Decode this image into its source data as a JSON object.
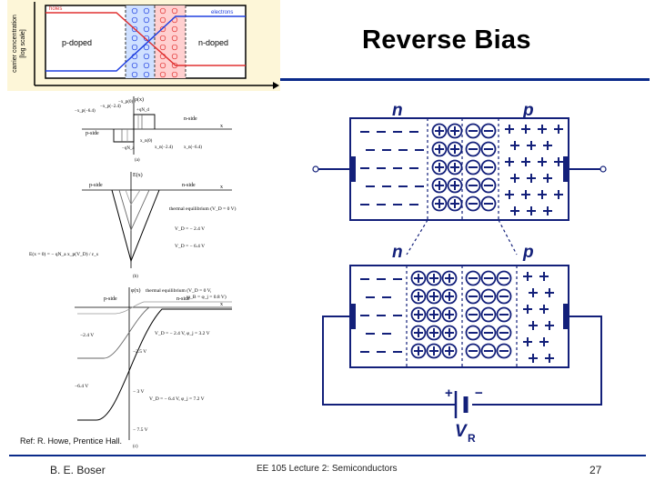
{
  "slide": {
    "title": "Reverse Bias",
    "reference": "Ref: R. Howe, Prentice Hall.",
    "footer_author": "B. E. Boser",
    "footer_lecture": "EE 105 Lecture 2: Semiconductors",
    "page_number": "27"
  },
  "top_left_diagram": {
    "y_axis_label_1": "carrier concentration",
    "y_axis_label_2": "[log scale]",
    "holes_label": "holes",
    "electrons_label": "electrons",
    "p_region": "p-doped",
    "n_region": "n-doped",
    "colors": {
      "holes": "#e03030",
      "electrons": "#2040e0",
      "depletion_p": "#cfe0ff",
      "depletion_n": "#ffd0d0",
      "background": "#fdf6d8"
    }
  },
  "plot_a": {
    "y_label": "ρ(x)",
    "x_label": "x",
    "p_side": "p-side",
    "n_side": "n-side",
    "caption": "(a)",
    "labels": [
      "−x_p(−6.4)",
      "−x_p(−2.4)",
      "−x_p(0)",
      "+qN_d",
      "−qN_a",
      "x_n(0)",
      "x_n(−2.4)",
      "x_n(−6.4)"
    ]
  },
  "plot_b": {
    "y_label": "E(x)",
    "x_label": "x",
    "p_side": "p-side",
    "n_side": "n-side",
    "caption": "(b)",
    "curve_labels": [
      "thermal equilibrium (V_D = 0 V)",
      "V_D = − 2.4 V",
      "V_D = − 6.4 V"
    ],
    "formula": "E(x = 0) = − qN_a x_p(V_D) / ε_s"
  },
  "plot_c": {
    "y_label": "φ(x)",
    "x_label": "x",
    "p_side": "p-side",
    "n_side": "n-side",
    "caption": "(c)",
    "curve_labels": [
      "thermal equilibrium (V_D = 0 V,",
      "φ_B = φ_j = 0.8 V)",
      "V_D = − 2.4 V, φ_j = 3.2 V",
      "V_D = − 6.4 V, φ_j = 7.2 V"
    ],
    "level_labels": [
      "−2.4 V",
      "−2.5 V",
      "−6.4 V",
      "− 3 V",
      "− 7.5 V"
    ]
  },
  "junction_diagrams": {
    "n_label": "n",
    "p_label": "p",
    "battery_label": "V",
    "battery_subscript": "R",
    "plus_sign": "+",
    "minus_sign": "−",
    "colors": {
      "ink": "#13207a"
    }
  }
}
